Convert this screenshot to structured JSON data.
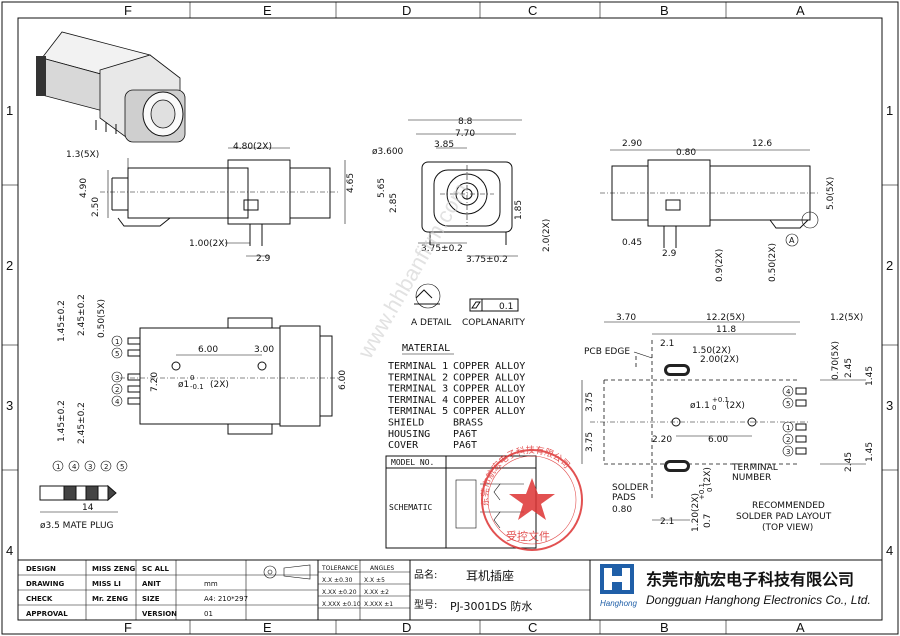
{
  "border": {
    "columns": [
      "F",
      "E",
      "D",
      "C",
      "B",
      "A"
    ],
    "rows": [
      "1",
      "2",
      "3",
      "4"
    ]
  },
  "front_view": {
    "dims": [
      "8.8",
      "7.70",
      "3.85",
      "ø3.600",
      "5.65",
      "2.85",
      "1.85",
      "2.0(2X)",
      "3.75±0.2",
      "3.75±0.2"
    ]
  },
  "left_view": {
    "dims": [
      "1.3(5X)",
      "4.80(2X)",
      "4.90",
      "2.50",
      "4.65",
      "1.00(2X)",
      "2.9"
    ]
  },
  "right_view": {
    "dims": [
      "12.6",
      "2.90",
      "0.80",
      "5.0(5X)",
      "0.45",
      "2.9",
      "0.9(2X)",
      "0.50(2X)",
      "A"
    ]
  },
  "detail": {
    "label": "A DETAIL",
    "coplanarity_label": "COPLANARITY",
    "coplanarity_value": "0.1"
  },
  "top_view": {
    "dims_left": [
      "1.45±0.2",
      "2.45±0.2",
      "0.50(5X)",
      "1.45±0.2",
      "2.45±0.2"
    ],
    "dims_mid": [
      "6.00",
      "3.00",
      "ø1",
      "7.20",
      "6.00"
    ],
    "pins": [
      "1",
      "2",
      "3",
      "4",
      "5"
    ],
    "hole_tol": "0",
    "hole_tol2": "-0.1",
    "hole_count": "(2X)"
  },
  "material": {
    "title": "MATERIAL",
    "rows": [
      {
        "part": "TERMINAL 1",
        "value": "COPPER ALLOY"
      },
      {
        "part": "TERMINAL 2",
        "value": "COPPER ALLOY"
      },
      {
        "part": "TERMINAL 3",
        "value": "COPPER ALLOY"
      },
      {
        "part": "TERMINAL 4",
        "value": "COPPER ALLOY"
      },
      {
        "part": "TERMINAL 5",
        "value": "COPPER ALLOY"
      },
      {
        "part": "SHIELD",
        "value": "BRASS"
      },
      {
        "part": "HOUSING",
        "value": "PA6T"
      },
      {
        "part": "COVER",
        "value": "PA6T"
      }
    ]
  },
  "model_table": {
    "header": "MODEL NO.",
    "row_label": "SCHEMATIC"
  },
  "plug": {
    "numbers": [
      "1",
      "4",
      "3",
      "2",
      "5"
    ],
    "label": "ø3.5 MATE PLUG",
    "dim": "14"
  },
  "pad_layout": {
    "dims_top": [
      "3.70",
      "12.2(5X)",
      "11.8",
      "1.2(5X)",
      "2.1",
      "1.50(2X)",
      "2.00(2X)"
    ],
    "dims_right": [
      "0.70(5X)",
      "2.45",
      "1.45",
      "2.45",
      "1.45"
    ],
    "dims_left": [
      "3.75",
      "3.75"
    ],
    "dims_mid": [
      "ø1.1",
      "+0.1",
      "0",
      "(2X)",
      "2.20",
      "6.00"
    ],
    "dims_bottom": [
      "0.80",
      "2.1",
      "1.20(2X)",
      "0.7",
      "+0.1",
      "0",
      "(2X)"
    ],
    "labels": {
      "pcb_edge": "PCB EDGE",
      "terminal_number_1": "TERMINAL",
      "terminal_number_2": "NUMBER",
      "solder_pads_1": "SOLDER",
      "solder_pads_2": "PADS",
      "caption_1": "RECOMMENDED",
      "caption_2": "SOLDER PAD LAYOUT",
      "caption_3": "(TOP VIEW)"
    },
    "pins": [
      "4",
      "5",
      "1",
      "2",
      "3"
    ]
  },
  "stamp": {
    "ring_text": "东莞市航宏电子科技有限公司",
    "bottom_text": "受控文件"
  },
  "watermark": "www.hhbanfirm.com",
  "title_block": {
    "rows": [
      {
        "label": "DESIGN",
        "name": "MISS ZENG",
        "field": "SC ALL",
        "value": ""
      },
      {
        "label": "DRAWING",
        "name": "MISS LI",
        "field": "ANIT",
        "value": "mm"
      },
      {
        "label": "CHECK",
        "name": "Mr. ZENG",
        "field": "SIZE",
        "value": "A4: 210*297"
      },
      {
        "label": "APPROVAL",
        "name": "",
        "field": "VERSION",
        "value": "01"
      }
    ],
    "tolerance": {
      "header_tol": "TOLERANCE",
      "header_ang": "ANGLES",
      "rows": [
        {
          "tol": "X.X  ±0.30",
          "ang": "X.X  ±5"
        },
        {
          "tol": "X.XX ±0.20",
          "ang": "X.XX ±2"
        },
        {
          "tol": "X.XXX ±0.10",
          "ang": "X.XXX ±1"
        }
      ]
    },
    "product_label": "品名:",
    "product_name": "耳机插座",
    "model_label": "型号:",
    "model_name": "PJ-3001DS 防水",
    "company_cn": "东莞市航宏电子科技有限公司",
    "company_en": "Dongguan Hanghong Electronics Co., Ltd.",
    "logo_text": "Hanghong",
    "brand_color": "#1f5fa8"
  }
}
